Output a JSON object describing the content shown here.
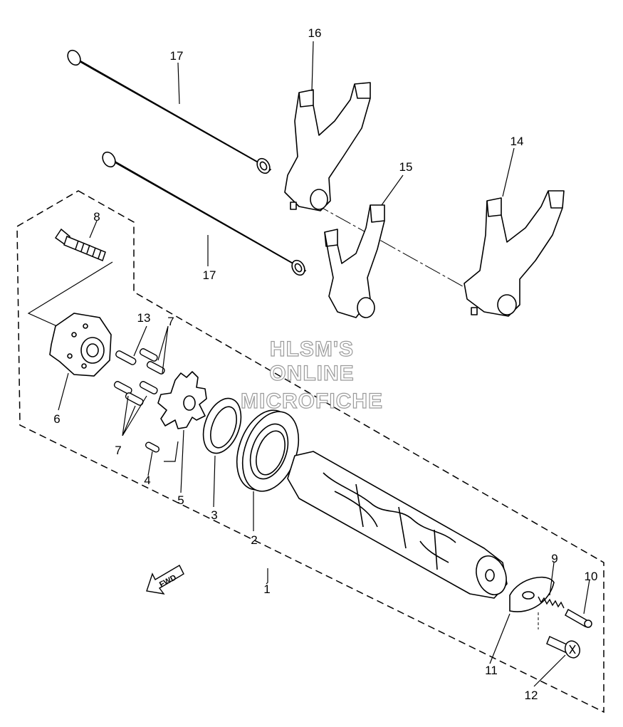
{
  "watermark": {
    "line1": "HLSM'S",
    "line2": "ONLINE",
    "line3": "MICROFICHE"
  },
  "direction_label": "FWD",
  "callouts": {
    "p1": "1",
    "p2": "2",
    "p3": "3",
    "p4": "4",
    "p5": "5",
    "p6": "6",
    "p7a": "7",
    "p7b": "7",
    "p8": "8",
    "p9": "9",
    "p10": "10",
    "p11": "11",
    "p12": "12",
    "p13": "13",
    "p14": "14",
    "p15": "15",
    "p16": "16",
    "p17a": "17",
    "p17b": "17"
  }
}
